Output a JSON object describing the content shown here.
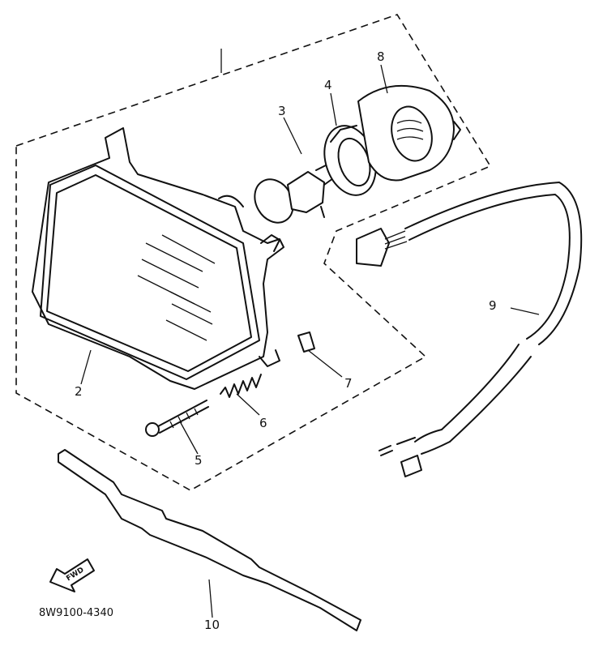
{
  "diagram": {
    "part_numbers": [
      {
        "id": "2",
        "label": "2"
      },
      {
        "id": "3",
        "label": "3"
      },
      {
        "id": "4",
        "label": "4"
      },
      {
        "id": "5",
        "label": "5"
      },
      {
        "id": "6",
        "label": "6"
      },
      {
        "id": "7",
        "label": "7"
      },
      {
        "id": "8",
        "label": "8"
      },
      {
        "id": "9",
        "label": "9"
      },
      {
        "id": "10",
        "label": "10"
      }
    ],
    "direction_marker": "FWD",
    "drawing_code": "8W9100-4340"
  }
}
